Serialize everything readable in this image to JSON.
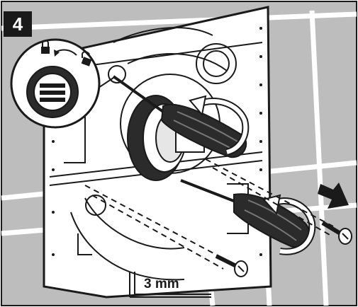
{
  "step": {
    "number": "4"
  },
  "dimension": {
    "label": "3 mm"
  },
  "colors": {
    "wall": "#bdbdbd",
    "wall_lines": "#ffffff",
    "ink": "#1a1a1a",
    "plate": "#ffffff",
    "handle": "#2b2b2b",
    "accent_light": "#e6e6e6"
  },
  "icons": {
    "lock_icon": "padlock-closed",
    "unlock_icon": "padlock-open",
    "rotate_arrow": "curved-arrow",
    "direction_arrow": "bold-arrow-right-down"
  }
}
